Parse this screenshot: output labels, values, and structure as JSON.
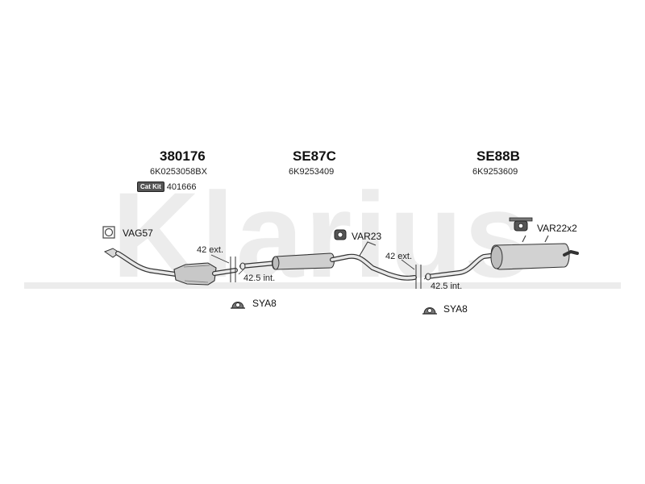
{
  "watermark": {
    "text": "Klarius"
  },
  "sections": [
    {
      "part_number": "380176",
      "ref": "6K0253058BX",
      "cat_kit_badge": "Cat Kit",
      "cat_kit_number": "401666"
    },
    {
      "part_number": "SE87C",
      "ref": "6K9253409"
    },
    {
      "part_number": "SE88B",
      "ref": "6K9253609"
    }
  ],
  "fittings": {
    "gasket": "VAG57",
    "mount_front": "VAR23",
    "mount_rear": "VAR22x2",
    "clamp_1": "SYA8",
    "clamp_2": "SYA8"
  },
  "joints": {
    "joint_1_ext": "42 ext.",
    "joint_1_int": "42.5 int.",
    "joint_2_ext": "42 ext.",
    "joint_2_int": "42.5 int."
  }
}
